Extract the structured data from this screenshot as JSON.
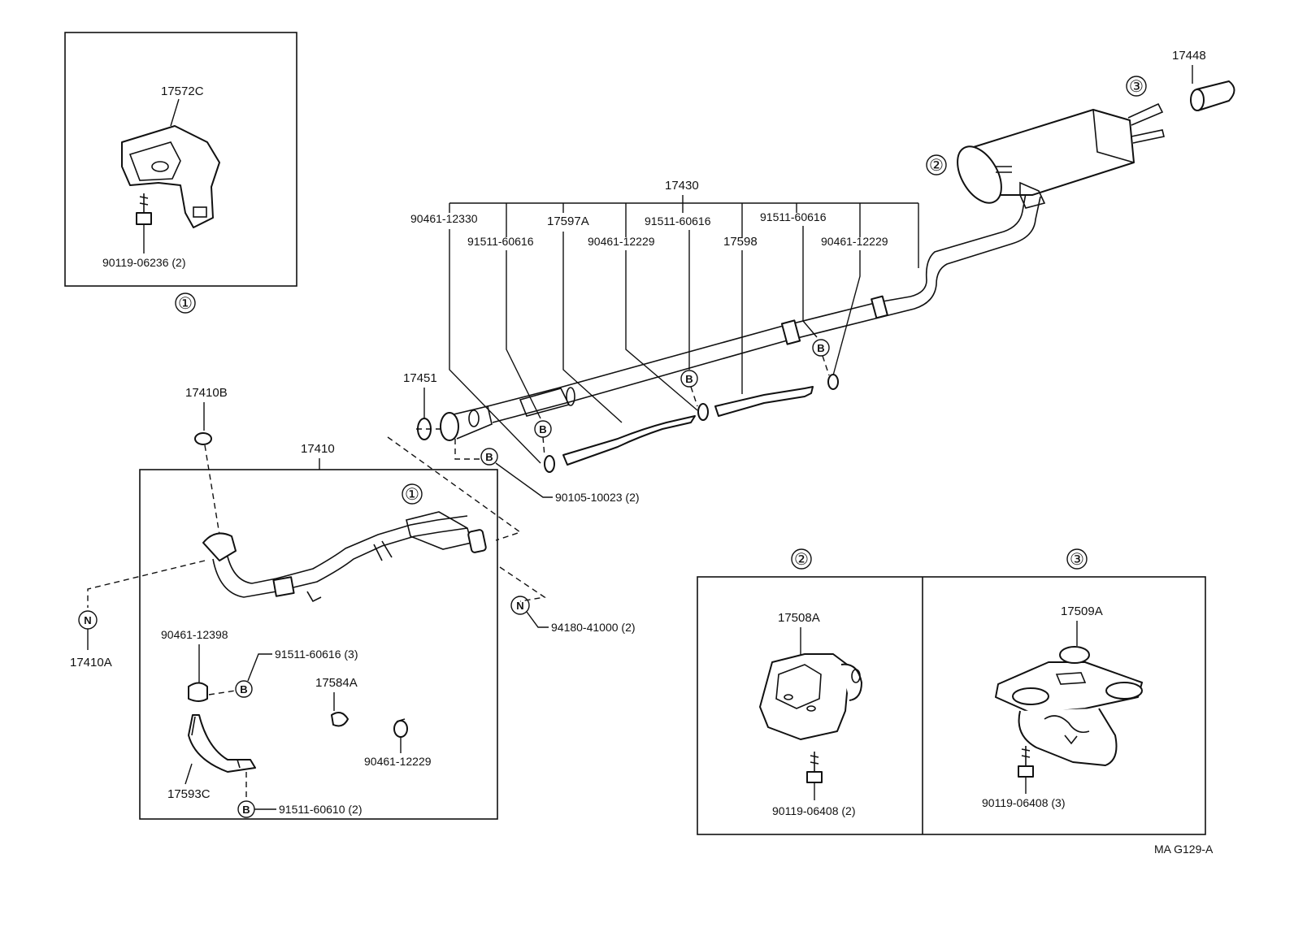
{
  "labels": {
    "p17572C": "17572C",
    "p90119_06236": "90119-06236 (2)",
    "p17430": "17430",
    "p90461_12330": "90461-12330",
    "p91511_60616_a": "91511-60616",
    "p17597A": "17597A",
    "p90461_12229_a": "90461-12229",
    "p91511_60616_b": "91511-60616",
    "p17598": "17598",
    "p91511_60616_c": "91511-60616",
    "p90461_12229_b": "90461-12229",
    "p17448": "17448",
    "p17451": "17451",
    "p17410B": "17410B",
    "p17410": "17410",
    "p17410A": "17410A",
    "p90105_10023": "90105-10023 (2)",
    "p94180_41000": "94180-41000 (2)",
    "p90461_12398": "90461-12398",
    "p91511_60616_3": "91511-60616 (3)",
    "p17584A": "17584A",
    "p90461_12229_c": "90461-12229",
    "p17593C": "17593C",
    "p91511_60610": "91511-60610 (2)",
    "p17508A": "17508A",
    "p90119_06408_2": "90119-06408 (2)",
    "p17509A": "17509A",
    "p90119_06408_3": "90119-06408 (3)",
    "ref_code": "MA G129-A"
  },
  "markers": {
    "one": "①",
    "two": "②",
    "three": "③",
    "b": "B",
    "n": "N"
  }
}
